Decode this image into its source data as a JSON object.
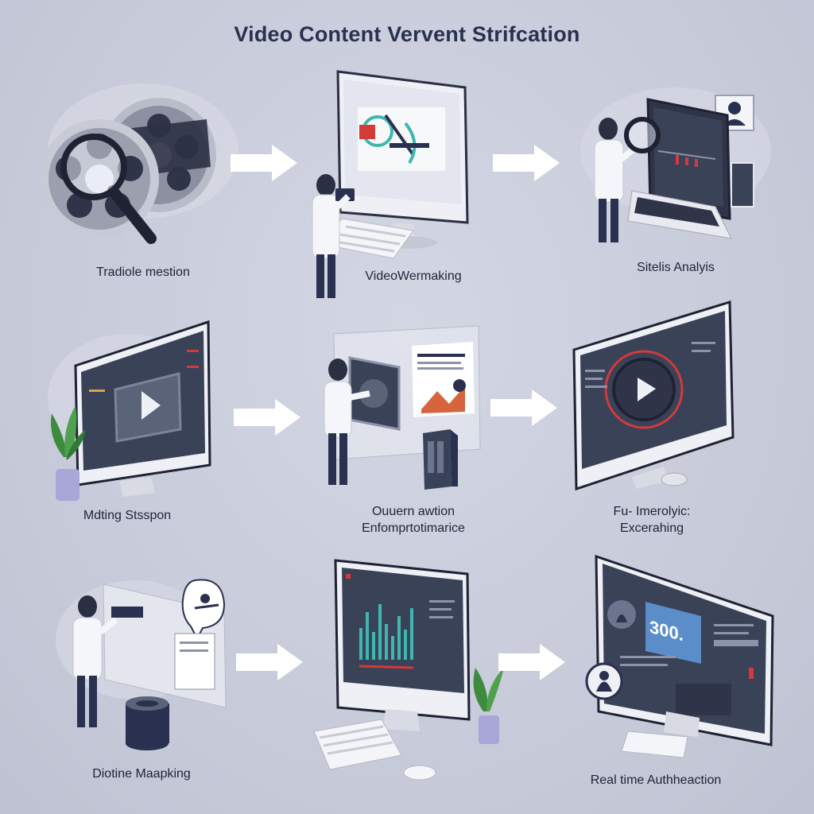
{
  "title": "Video Content Vervent Strifcation",
  "steps": [
    {
      "label": "Tradiole mestion",
      "icon": "film-reel-magnifier-icon"
    },
    {
      "label": "VideoWermaking",
      "icon": "monitor-scientist-icon"
    },
    {
      "label": "Sitelis Analyis",
      "icon": "laptop-analyst-icon"
    },
    {
      "label": "Mdting Stsspon",
      "icon": "monitor-play-icon"
    },
    {
      "label": "Ouuern awtion",
      "label2": "Enfomprtotimarice",
      "icon": "screen-presenter-icon"
    },
    {
      "label": "Fu- Imerolyic:",
      "label2": "Excerahing",
      "icon": "monitor-target-icon"
    },
    {
      "label": "Diotine Maapking",
      "icon": "board-scientist-icon"
    },
    {
      "label": "",
      "icon": "monitor-chart-icon"
    },
    {
      "label": "Real time Authheaction",
      "icon": "monitor-dashboard-icon",
      "readout": "300."
    }
  ],
  "colors": {
    "accent_red": "#d33a3a",
    "screen": "#3a4258",
    "teal": "#3fb6ae",
    "bg": "#c9ccdb",
    "dark": "#2a3150"
  }
}
